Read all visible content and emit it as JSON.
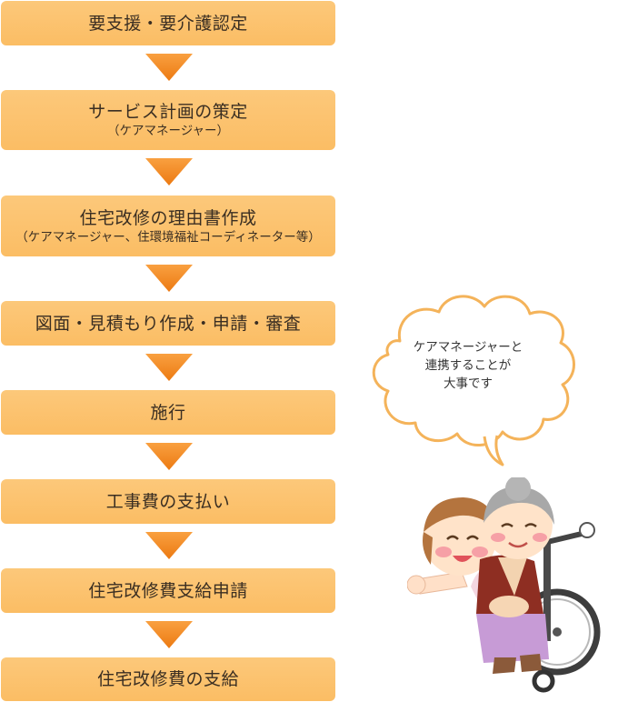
{
  "steps": [
    {
      "main": "要支援・要介護認定",
      "sub": ""
    },
    {
      "main": "サービス計画の策定",
      "sub": "（ケアマネージャー）"
    },
    {
      "main": "住宅改修の理由書作成",
      "sub": "（ケアマネージャー、住環境福祉コーディネーター等）"
    },
    {
      "main": "図面・見積もり作成・申請・審査",
      "sub": ""
    },
    {
      "main": "施行",
      "sub": ""
    },
    {
      "main": "工事費の支払い",
      "sub": ""
    },
    {
      "main": "住宅改修費支給申請",
      "sub": ""
    },
    {
      "main": "住宅改修費の支給",
      "sub": ""
    }
  ],
  "bubble": {
    "line1": "ケアマネージャーと",
    "line2": "連携することが",
    "line3": "大事です"
  },
  "colors": {
    "step_box": "#fbc36e",
    "arrow": "#f08a1c",
    "text": "#3a2e22"
  }
}
